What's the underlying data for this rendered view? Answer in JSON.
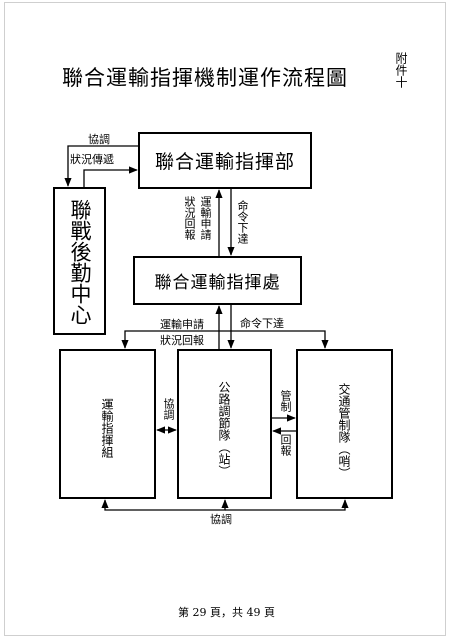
{
  "title": "聯合運輸指揮機制運作流程圖",
  "attachment": "附件十",
  "boxes": {
    "command_hq": "聯合運輸指揮部",
    "logistics_center": "聯戰後勤中心",
    "command_office": "聯合運輸指揮處",
    "transport_group": "運輸指揮組",
    "road_team": "公路調節隊（站）",
    "traffic_team": "交通管制隊（哨）"
  },
  "labels": {
    "coordinate_top": "協調",
    "status_relay": "狀況傳遞",
    "status_report_upper": "狀況回報",
    "transport_request_upper": "運輸申請",
    "order_down_upper": "命令下達",
    "transport_request_lower": "運輸申請",
    "status_report_lower": "狀況回報",
    "order_down_lower": "命令下達",
    "coordinate_mid": "協調",
    "control": "管制",
    "report_back": "回報",
    "coordinate_bottom": "協調"
  },
  "footer": "第 29 頁，共 49 頁"
}
